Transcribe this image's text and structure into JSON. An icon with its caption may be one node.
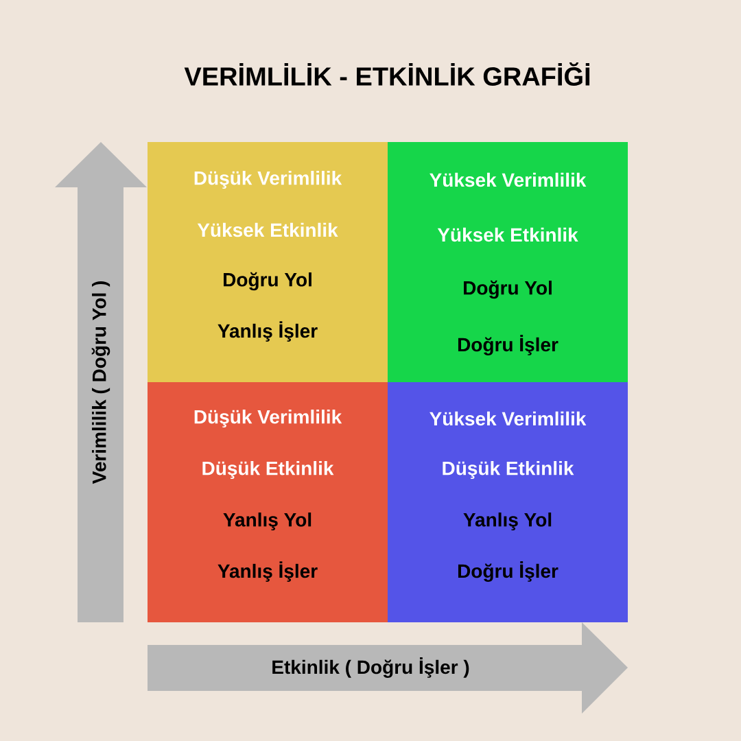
{
  "diagram": {
    "title": "VERİMLİLİK - ETKİNLİK GRAFİĞİ",
    "nodes": [
      {
        "text": [
          "Düşük Verimlilik",
          "Yüksek Etkinlik",
          "Doğru Yol",
          "Yanlış İşler"
        ]
      },
      {
        "text": [
          "Yüksek Verimlilik",
          "Yüksek Etkinlik",
          "Doğru Yol",
          "Doğru İşler"
        ]
      },
      {
        "text": [
          "Düşük Verimlilik",
          "Düşük Etkinlik",
          "Yanlış Yol",
          "Yanlış İşler"
        ]
      },
      {
        "text": [
          "Yüksek Verimlilik",
          "Düşük Etkinlik",
          "Yanlış Yol",
          "Doğru İşler"
        ]
      },
      {
        "text": [
          "Verimlilik ( Doğru Yol )"
        ]
      },
      {
        "text": [
          "Etkinlik ( Doğru İşler )"
        ]
      }
    ]
  }
}
